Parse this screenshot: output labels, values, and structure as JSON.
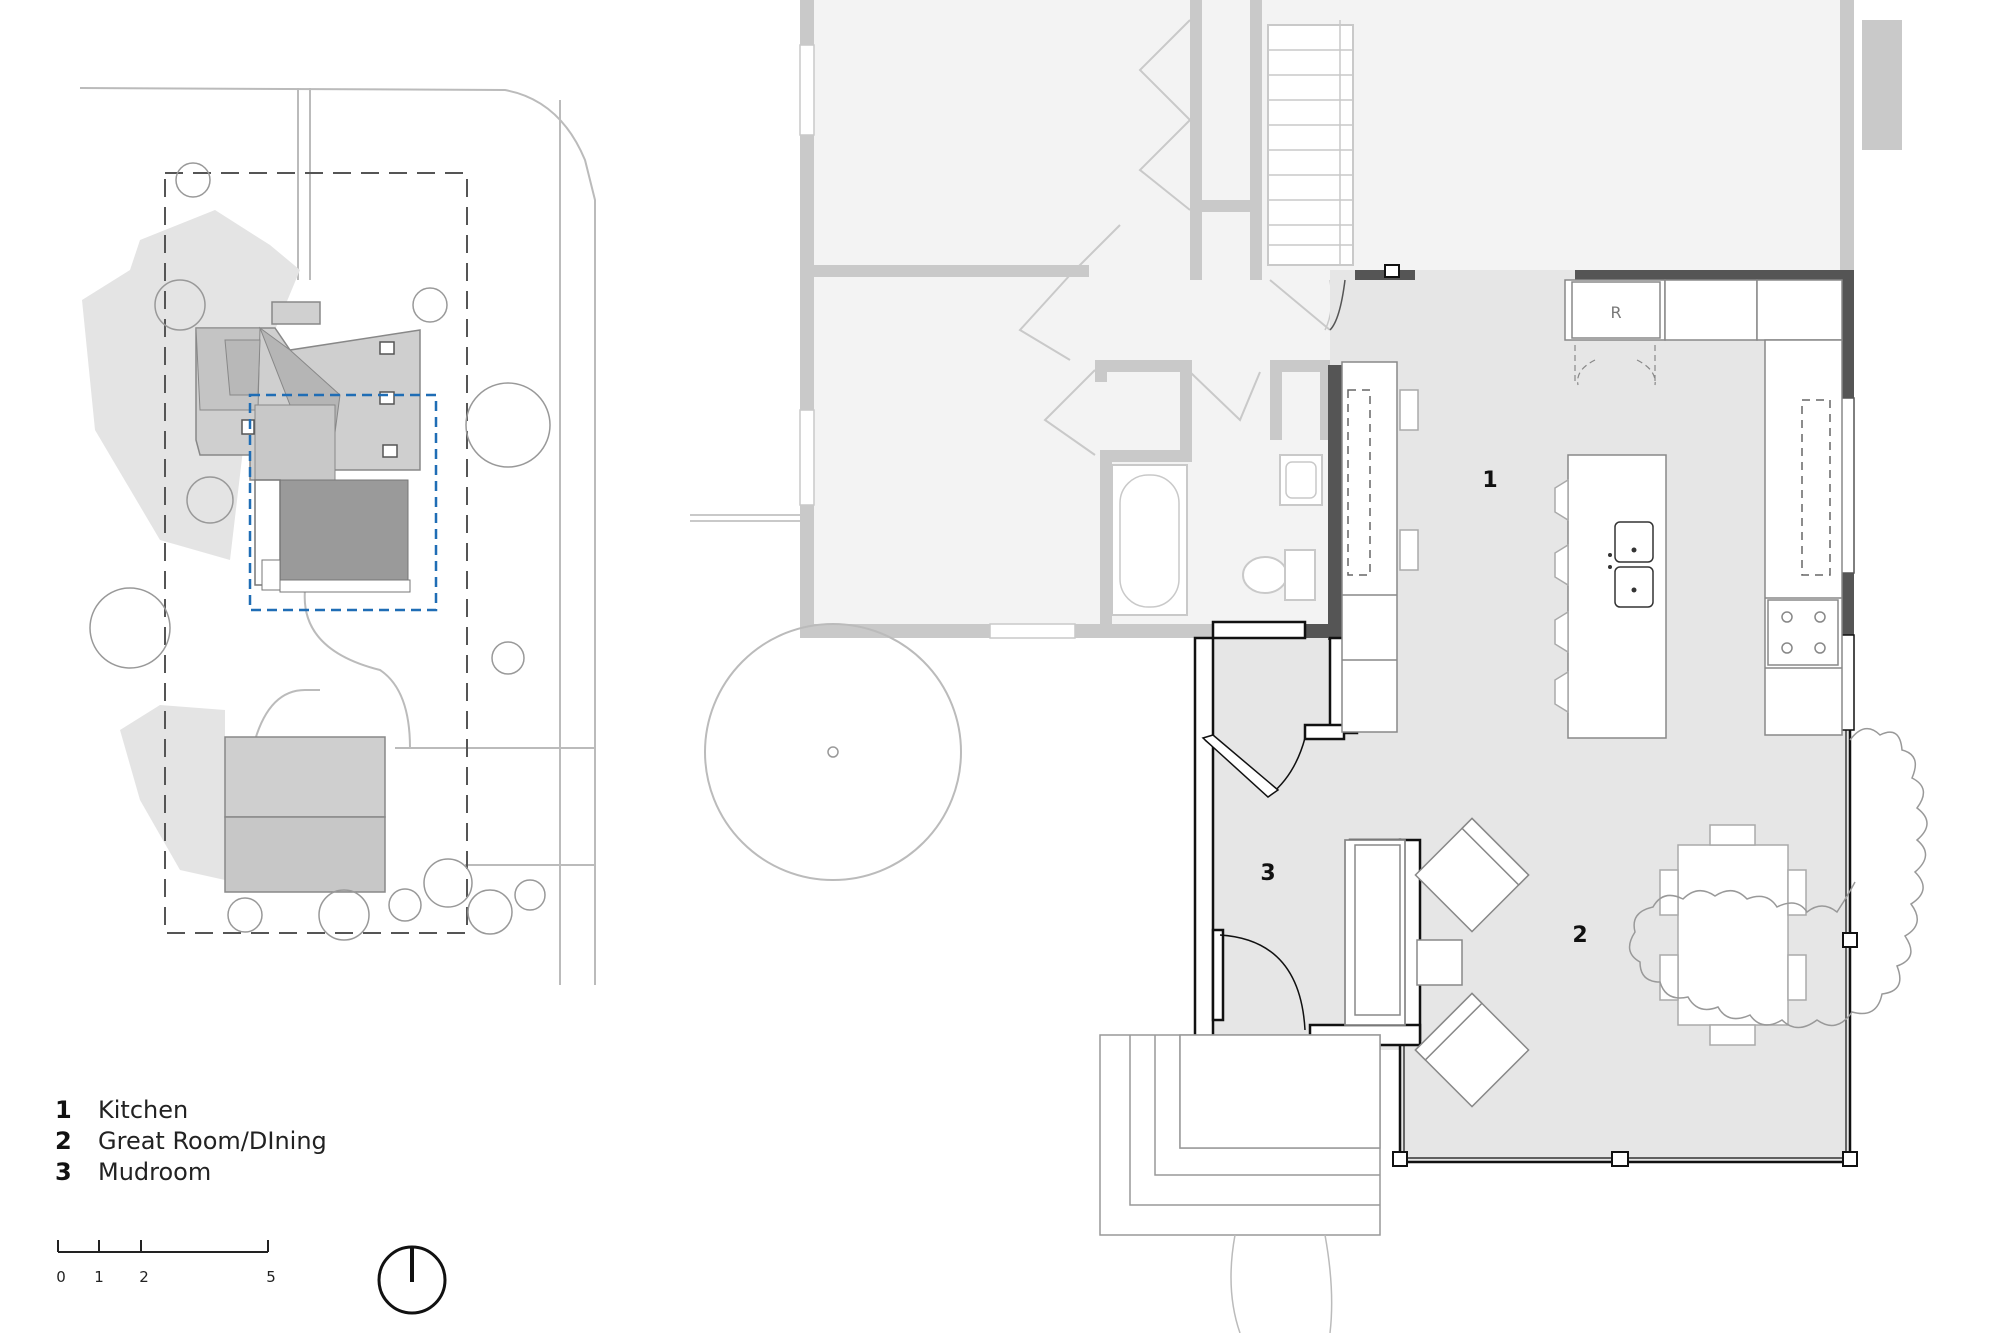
{
  "rooms": [
    {
      "number": "1",
      "name": "Kitchen"
    },
    {
      "number": "2",
      "name": "Great Room/DIning"
    },
    {
      "number": "3",
      "name": "Mudroom"
    }
  ],
  "appliance_label": "R",
  "scale_bar": {
    "ticks": [
      "0",
      "1",
      "2",
      "5"
    ]
  },
  "colors": {
    "existing_wall": "#c9c9c9",
    "existing_floor": "#f3f3f3",
    "new_floor": "#e6e6e6",
    "new_wall_fill": "#ffffff",
    "new_wall_stroke": "#111111",
    "dark_wall": "#555555",
    "site_highlight": "#1f6db5",
    "shadow": "#e4e4e4"
  },
  "icons": [
    "north-arrow-icon",
    "scale-bar-icon"
  ]
}
